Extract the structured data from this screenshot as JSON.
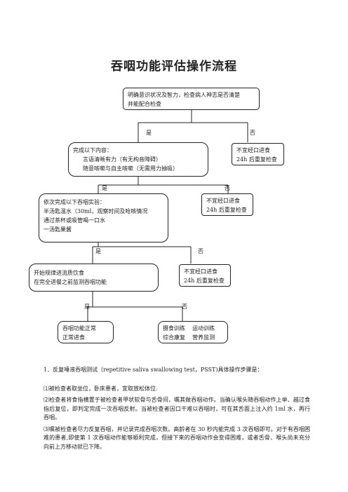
{
  "title": "吞咽功能评估操作流程",
  "boxes": {
    "b1": [
      "明确意识状况及智力，检查病人神志是否清楚",
      "并能配合检查"
    ],
    "b2": [
      "完成以下内容：",
      "言语清晰有力（有无构音障碍）",
      "随意咳嗽与自主咳嗽（无需用力抽吸）"
    ],
    "b2no": [
      "不宜经口进食",
      "24h 后重复检查"
    ],
    "b3": [
      "依次完成以下吞咽实验：",
      "半汤匙温水（30ml，观察时间及呛咳情况",
      "通过茶杯或吸管喝一口水",
      "一汤匙果酱"
    ],
    "b3no": [
      "不宜经口进食",
      "24h 后重复检查"
    ],
    "b4": [
      "开始规律进流质饮食",
      "在完全进餐之前监测吞咽功能"
    ],
    "b4no": [
      "不宜经口进食",
      "24h 后重复检查"
    ],
    "b5": [
      "吞咽功能正常",
      "正常进食"
    ],
    "b5no": [
      "摄食训练    运动训练",
      "综合康复    营养监测"
    ]
  },
  "labels": {
    "yes": "是",
    "no": "否"
  },
  "steps": {
    "heading": "1．反复唾液吞咽测试（repetitive saliva swallowing test，PSST)具体操作步骤是：",
    "items": [
      "⑴被检查者取坐位，卧床患者，宜取放松体位.",
      "⑵检查者将食指横置于被检查者甲状软骨与舌骨间，嘱其做吞咽动作。当确认喉头随吞咽动作上举、越过食指后复位，即判定完成一次吞咽反射。当被检查者因口干难以吞咽时，可在其舌面上注入约 1ml 水，再行吞咽。",
      "⑶嘱被检查者尽力反复吞咽，并记录完成吞咽次数。高龄者在 30 秒内能完成 3 次吞咽即可。对于有吞咽困难的患者,即使第 1 次吞咽动作能够顺利完成，但接下来的吞咽动作会变得困难，或者舌骨、喉头尚未充分向前上方移动就已下降。"
    ]
  }
}
